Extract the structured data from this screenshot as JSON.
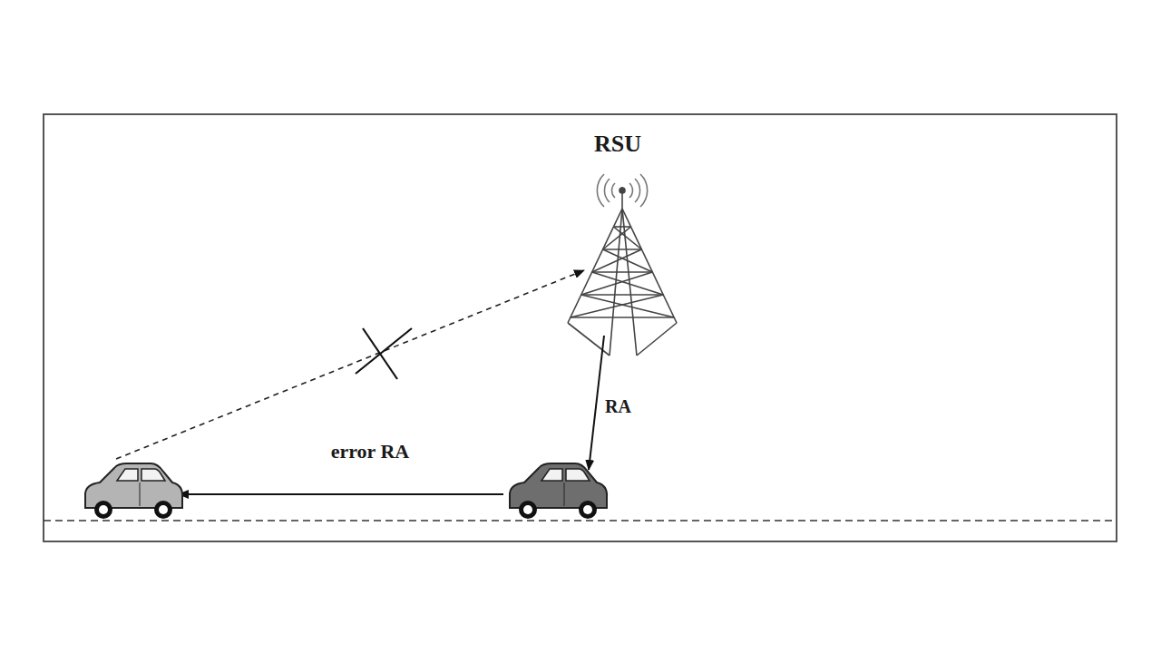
{
  "diagram": {
    "nodes": [
      {
        "text": [
          "RSU"
        ]
      }
    ],
    "labels": [
      "RA",
      "error RA"
    ]
  }
}
